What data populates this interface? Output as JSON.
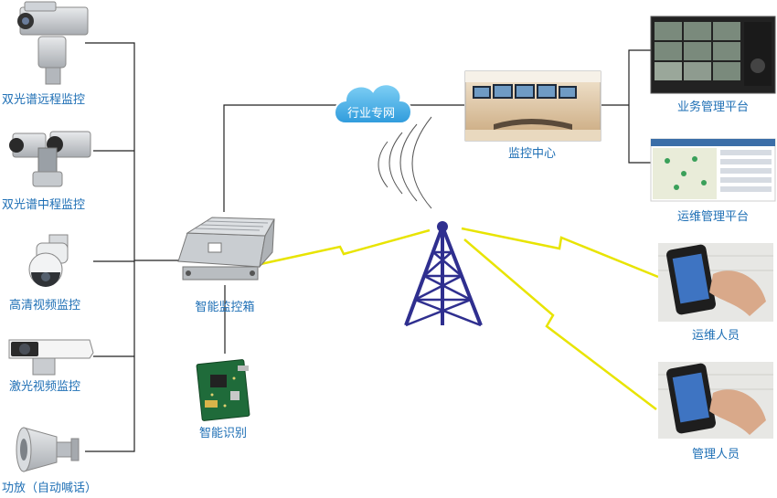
{
  "cameras": [
    {
      "icon": "long-range-ptz-camera-icon",
      "label": "双光谱远程监控"
    },
    {
      "icon": "dual-spectrum-camera-icon",
      "label": "双光谱中程监控"
    },
    {
      "icon": "dome-camera-icon",
      "label": "高清视频监控"
    },
    {
      "icon": "bullet-camera-icon",
      "label": "激光视频监控"
    },
    {
      "icon": "horn-speaker-icon",
      "label": "功放（自动喊话）"
    }
  ],
  "hub": {
    "icon": "monitor-box-icon",
    "label": "智能监控箱"
  },
  "ai_module": {
    "icon": "circuit-board-icon",
    "label": "智能识别"
  },
  "network": {
    "icon": "cloud-icon",
    "label": "行业专网"
  },
  "center": {
    "icon": "monitoring-center-icon",
    "label": "监控中心"
  },
  "tower": {
    "icon": "signal-tower-icon"
  },
  "platforms": [
    {
      "icon": "video-wall-screen-icon",
      "label": "业务管理平台"
    },
    {
      "icon": "map-dashboard-icon",
      "label": "运维管理平台"
    }
  ],
  "mobile_users": [
    {
      "icon": "smartphone-icon",
      "label": "运维人员"
    },
    {
      "icon": "smartphone-icon",
      "label": "管理人员"
    }
  ],
  "colors": {
    "line": "#222222",
    "label": "#1e6fb5",
    "tower": "#2f2f8f",
    "lightning": "#e8e400",
    "cloud": "#4ab5ea"
  }
}
